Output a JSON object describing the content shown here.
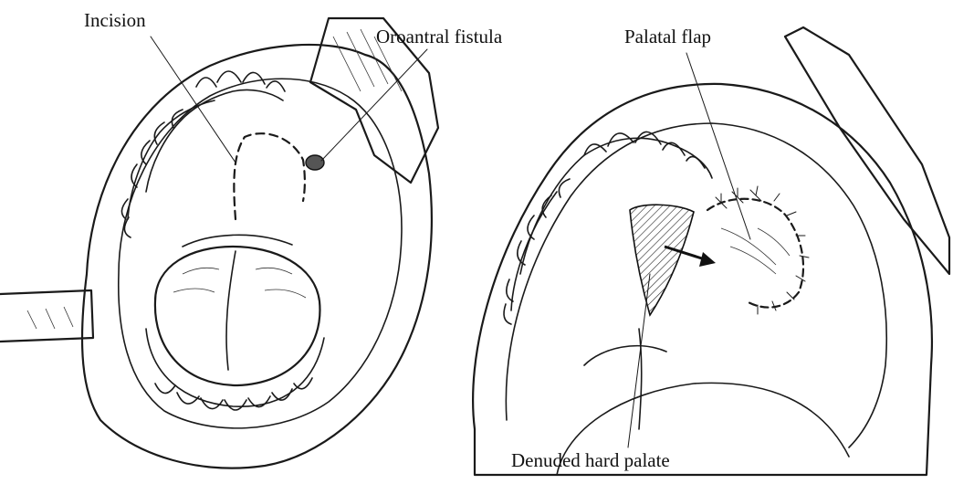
{
  "labels": {
    "incision": "Incision",
    "oroantral_fistula": "Oroantral fistula",
    "palatal_flap": "Palatal flap",
    "denuded_hard_palate": "Denuded hard palate"
  }
}
